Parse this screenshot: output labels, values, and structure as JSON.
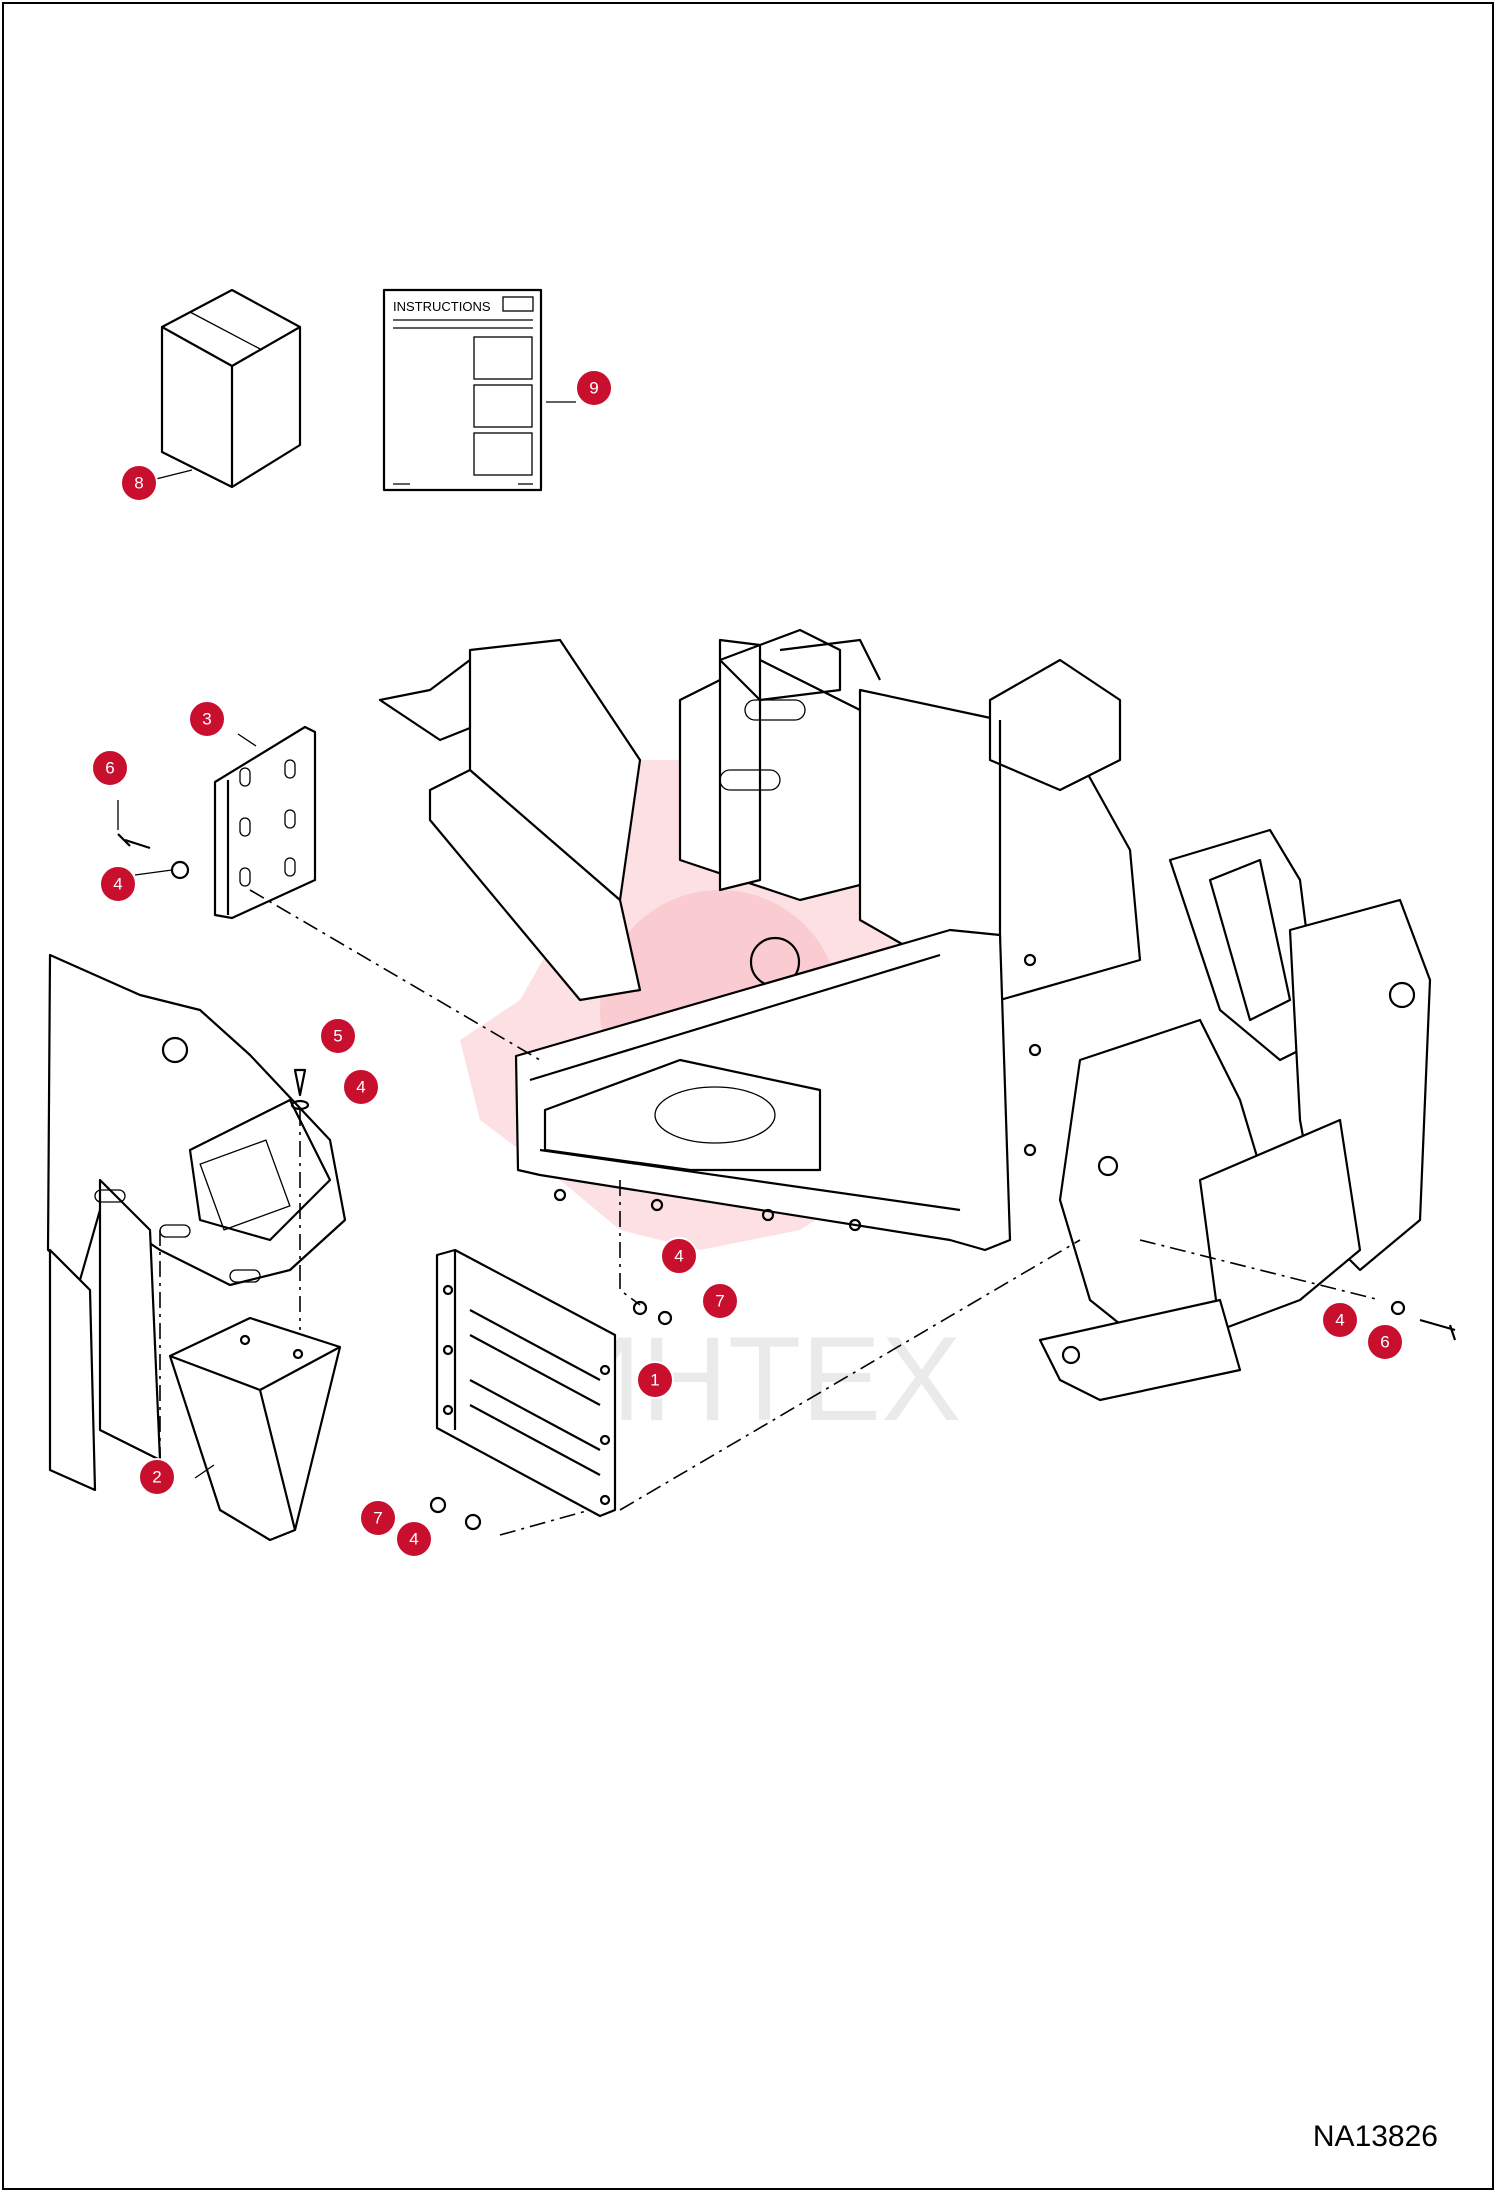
{
  "drawing_id": "NA13826",
  "instructions_sheet_title": "INSTRUCTIONS",
  "watermark_text": "ИНТЕХ",
  "callouts": [
    {
      "id": "c8",
      "number": "8"
    },
    {
      "id": "c9",
      "number": "9"
    },
    {
      "id": "c3",
      "number": "3"
    },
    {
      "id": "c6a",
      "number": "6"
    },
    {
      "id": "c4a",
      "number": "4"
    },
    {
      "id": "c5",
      "number": "5"
    },
    {
      "id": "c4b",
      "number": "4"
    },
    {
      "id": "c4c",
      "number": "4"
    },
    {
      "id": "c7a",
      "number": "7"
    },
    {
      "id": "c1",
      "number": "1"
    },
    {
      "id": "c2",
      "number": "2"
    },
    {
      "id": "c7b",
      "number": "7"
    },
    {
      "id": "c4d",
      "number": "4"
    },
    {
      "id": "c4e",
      "number": "4"
    },
    {
      "id": "c6b",
      "number": "6"
    }
  ],
  "colors": {
    "badge": "#c8102e",
    "line": "#000000",
    "watermark": "#e8102e"
  }
}
